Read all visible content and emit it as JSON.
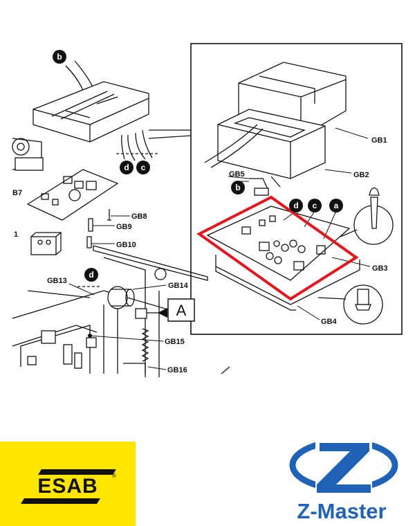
{
  "diagram": {
    "part_labels": {
      "gb1": "GB1",
      "gb2": "GB2",
      "gb3": "GB3",
      "gb4": "GB4",
      "gb5": "GB5",
      "gb7": "B7",
      "gb8": "GB8",
      "gb9": "GB9",
      "gb10": "GB10",
      "gb13": "GB13",
      "gb14": "GB14",
      "gb15": "GB15",
      "gb16": "GB16",
      "one": "1"
    },
    "callouts": {
      "a": "a",
      "b": "b",
      "c": "c",
      "d": "d"
    },
    "view_marker": "A",
    "highlight_color": "#e3161d"
  },
  "logos": {
    "esab": {
      "text": "ESAB",
      "registered": "®",
      "background": "#ffe500"
    },
    "zmaster": {
      "text": "Z-Master",
      "color": "#1f63b6"
    }
  }
}
